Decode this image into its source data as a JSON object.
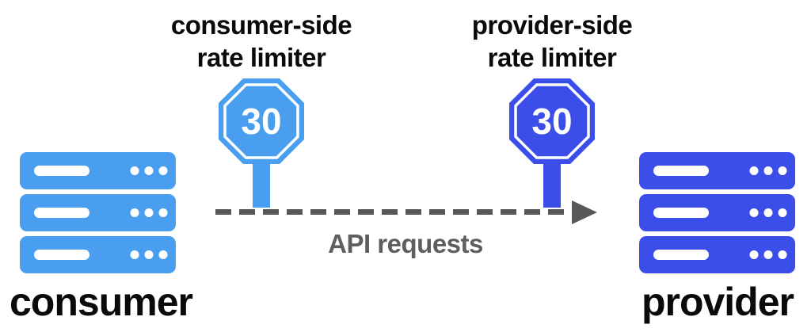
{
  "diagram": {
    "consumer": {
      "label": "consumer",
      "limiter": {
        "title_line1": "consumer-side",
        "title_line2": "rate limiter",
        "limit": "30"
      }
    },
    "provider": {
      "label": "provider",
      "limiter": {
        "title_line1": "provider-side",
        "title_line2": "rate limiter",
        "limit": "30"
      }
    },
    "flow": {
      "label": "API requests",
      "direction": "consumer-to-provider"
    }
  },
  "colors": {
    "consumer_blue": "#4A9EF0",
    "provider_blue": "#3B4EE9",
    "arrow_gray": "#58585A",
    "api_text_gray": "#5D5E61",
    "title_black": "#0A0A0A",
    "sign_text_white": "#FFFFFF"
  }
}
